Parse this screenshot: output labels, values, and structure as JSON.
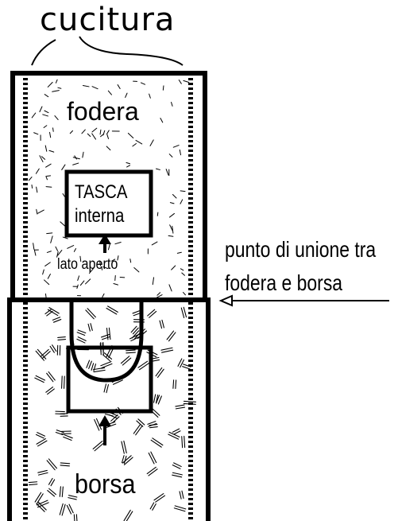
{
  "labels": {
    "title": "cucitura",
    "lining": "fodera",
    "pocket_line1": "TASCA",
    "pocket_line2": "interna",
    "open_side": "lato aperto",
    "join_line1": "punto di unione tra",
    "join_line2": "fodera e borsa",
    "bag": "borsa"
  },
  "colors": {
    "ink": "#000000",
    "background": "#ffffff"
  }
}
